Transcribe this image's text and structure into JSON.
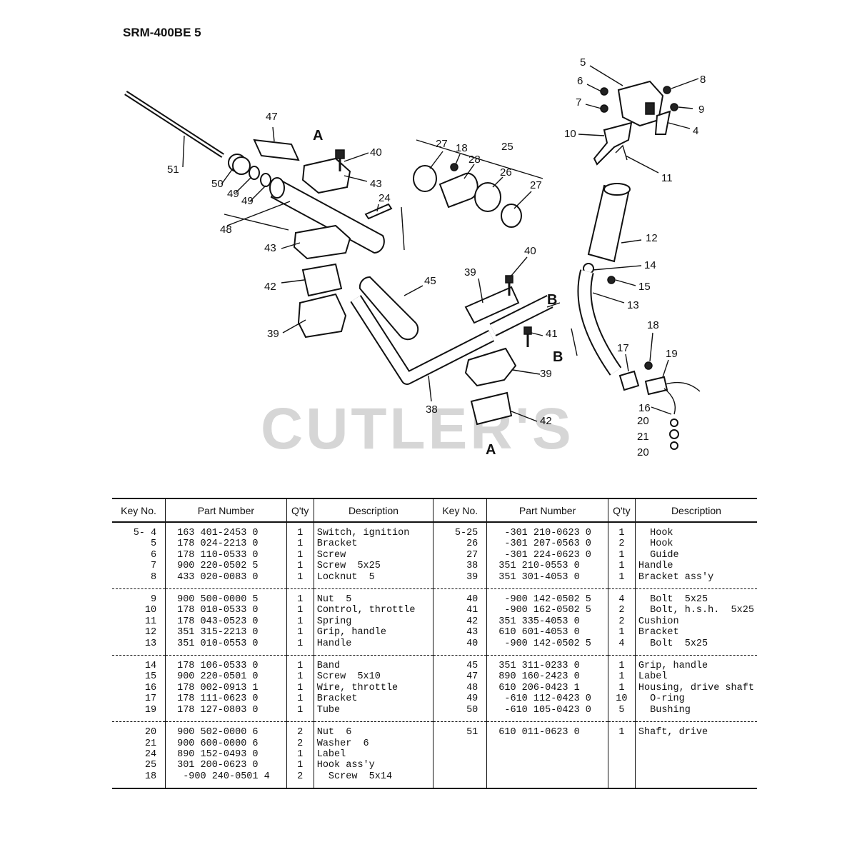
{
  "title": "SRM-400BE 5",
  "watermark": "CUTLER'S",
  "callouts": {
    "c5": "5",
    "c6": "6",
    "c7": "7",
    "c8": "8",
    "c9": "9",
    "c4": "4",
    "c10": "10",
    "c11": "11",
    "c12": "12",
    "c14": "14",
    "c15": "15",
    "c13": "13",
    "c18b": "18",
    "c17": "17",
    "c19": "19",
    "c16": "16",
    "c20a": "20",
    "c21": "21",
    "c20b": "20",
    "c47": "47",
    "c51": "51",
    "c50": "50",
    "c49a": "49",
    "c49b": "49",
    "c48": "48",
    "c40a": "40",
    "c43a": "43",
    "c24": "24",
    "c43b": "43",
    "c42a": "42",
    "c39a": "39",
    "c27a": "27",
    "c18a": "18",
    "c28": "28",
    "c25": "25",
    "c26": "26",
    "c27b": "27",
    "c45": "45",
    "c39b": "39",
    "c40b": "40",
    "c41": "41",
    "c39c": "39",
    "c38": "38",
    "c42b": "42",
    "refA1": "A",
    "refA2": "A",
    "refB1": "B",
    "refB2": "B"
  },
  "table": {
    "headers": [
      "Key No.",
      "Part Number",
      "Q'ty",
      "Description",
      "Key No.",
      "Part Number",
      "Q'ty",
      "Description"
    ],
    "groups": [
      {
        "left": {
          "keys": "5- 4\n5\n6\n7\n8",
          "parts": "163 401-2453 0\n178 024-2213 0\n178 110-0533 0\n900 220-0502 5\n433 020-0083 0",
          "qty": "1\n1\n1\n1\n1",
          "desc": "Switch, ignition\nBracket\nScrew\nScrew  5x25\nLocknut  5"
        },
        "right": {
          "keys": "5-25\n26\n27\n38\n39",
          "parts": " -301 210-0623 0\n -301 207-0563 0\n -301 224-0623 0\n351 210-0553 0\n351 301-4053 0",
          "qty": "1\n2\n1\n1\n1",
          "desc": "  Hook\n  Hook\n  Guide\nHandle\nBracket ass'y"
        }
      },
      {
        "left": {
          "keys": "9\n10\n11\n12\n13",
          "parts": "900 500-0000 5\n178 010-0533 0\n178 043-0523 0\n351 315-2213 0\n351 010-0553 0",
          "qty": "1\n1\n1\n1\n1",
          "desc": "Nut  5\nControl, throttle\nSpring\nGrip, handle\nHandle"
        },
        "right": {
          "keys": "40\n41\n42\n43\n40",
          "parts": " -900 142-0502 5\n -900 162-0502 5\n351 335-4053 0\n610 601-4053 0\n -900 142-0502 5",
          "qty": "4\n2\n2\n1\n4",
          "desc": "  Bolt  5x25\n  Bolt, h.s.h.  5x25\nCushion\nBracket\n  Bolt  5x25"
        }
      },
      {
        "left": {
          "keys": "14\n15\n16\n17\n19",
          "parts": "178 106-0533 0\n900 220-0501 0\n178 002-0913 1\n178 111-0623 0\n178 127-0803 0",
          "qty": "1\n1\n1\n1\n1",
          "desc": "Band\nScrew  5x10\nWire, throttle\nBracket\nTube"
        },
        "right": {
          "keys": "45\n47\n48\n49\n50",
          "parts": "351 311-0233 0\n890 160-2423 0\n610 206-0423 1\n -610 112-0423 0\n -610 105-0423 0",
          "qty": "1\n1\n1\n10\n5",
          "desc": "Grip, handle\nLabel\nHousing, drive shaft\n  O-ring\n  Bushing"
        }
      },
      {
        "left": {
          "keys": "20\n21\n24\n25\n18",
          "parts": "900 502-0000 6\n900 600-0000 6\n890 152-0493 0\n301 200-0623 0\n -900 240-0501 4",
          "qty": "2\n2\n1\n1\n2",
          "desc": "Nut  6\nWasher  6\nLabel\nHook ass'y\n  Screw  5x14"
        },
        "right": {
          "keys": "51",
          "parts": "610 011-0623 0",
          "qty": "1",
          "desc": "Shaft, drive"
        }
      }
    ]
  }
}
